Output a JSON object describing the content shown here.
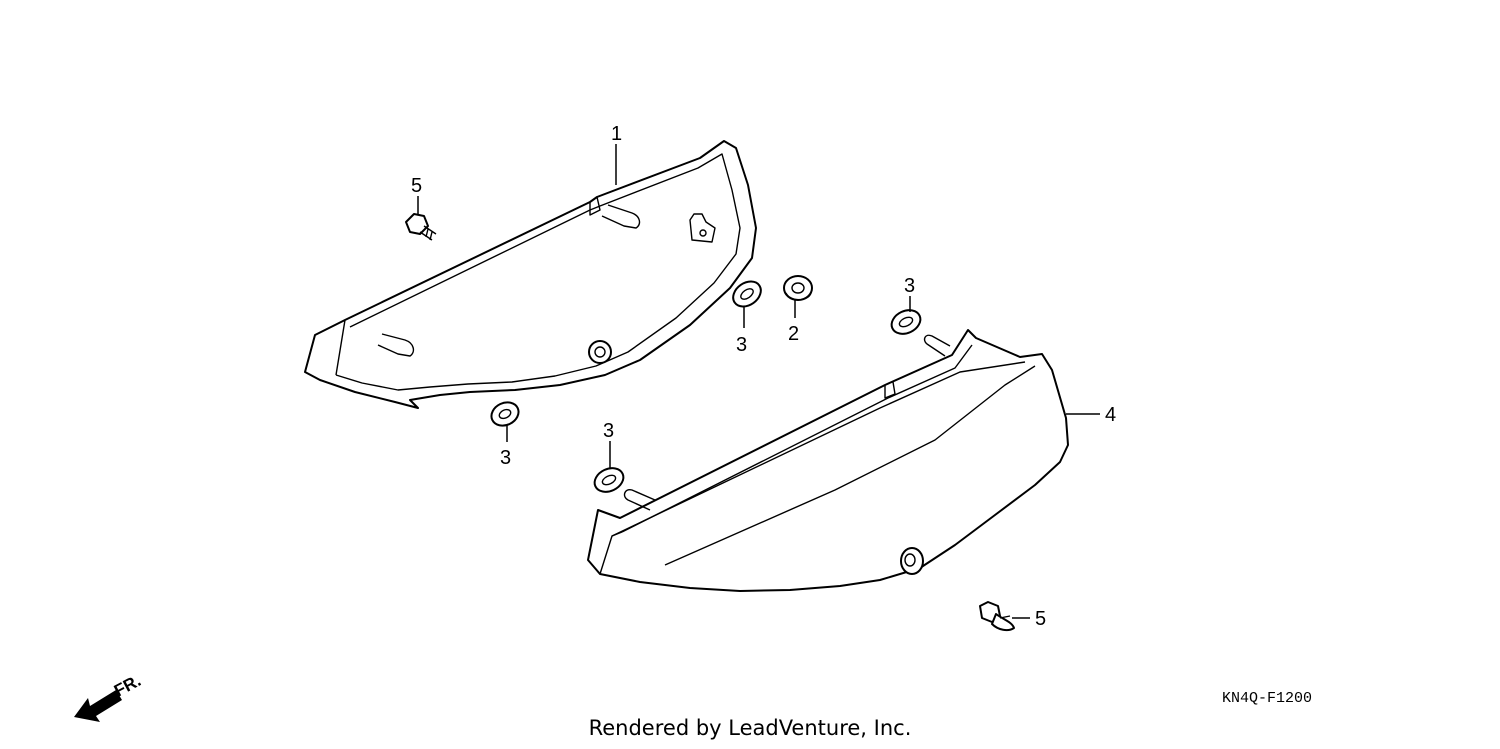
{
  "callouts": {
    "c1": "1",
    "c2": "2",
    "c3a": "3",
    "c3b": "3",
    "c3c": "3",
    "c3d": "3",
    "c4": "4",
    "c5a": "5",
    "c5b": "5"
  },
  "front_label": "FR.",
  "diagram_code": "KN4Q-F1200",
  "credit": "Rendered by LeadVenture, Inc."
}
